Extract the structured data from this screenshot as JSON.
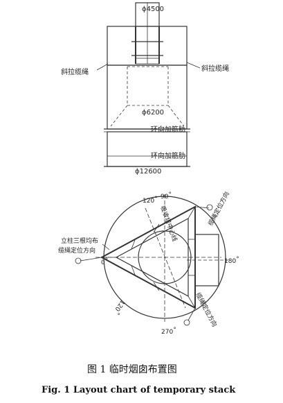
{
  "elevation": {
    "diam_top": "ϕ4500",
    "diam_mid": "ϕ6200",
    "diam_base": "ϕ12600",
    "cable_left": "斜拉缆绳",
    "cable_right": "斜拉缆绳",
    "ring_rib_1": "环向加筋肋",
    "ring_rib_2": "环向加筋肋"
  },
  "plan": {
    "angle_90": "90",
    "angle_120_top": "120",
    "angle_0": "0",
    "angle_180": "180",
    "angle_270": "270",
    "angle_120_bottom": "120",
    "deg": "°",
    "absorber_center": "吸收塔中心线",
    "columns_label": "立柱三根均布",
    "cable_dir_left": "缆绳定位方向",
    "cable_dir_topright": "缆绳定位方向",
    "cable_dir_bottom": "缆绳定位方向"
  },
  "caption": {
    "cn": "图 1   临时烟囱布置图",
    "en": "Fig. 1   Layout chart of temporary stack"
  }
}
